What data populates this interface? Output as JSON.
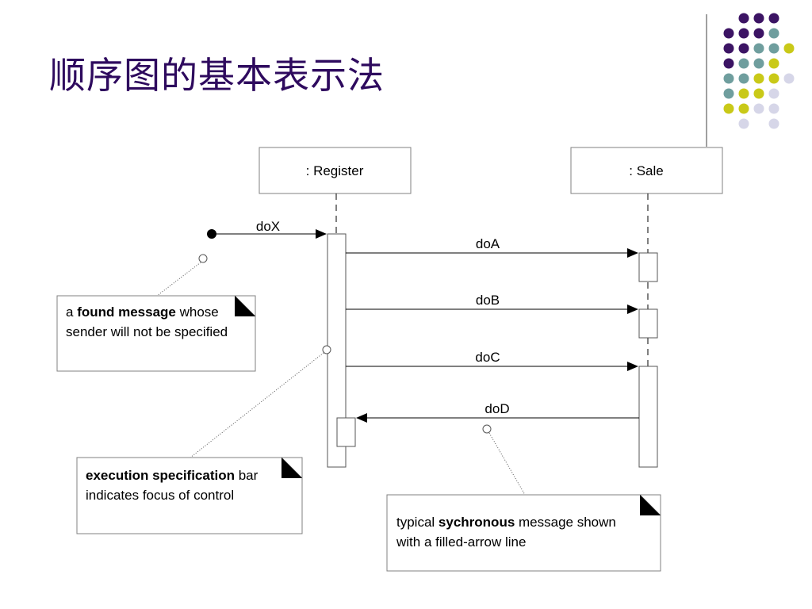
{
  "title": "顺序图的基本表示法",
  "lifelines": [
    {
      "id": "register",
      "label": ": Register"
    },
    {
      "id": "sale",
      "label": ": Sale"
    }
  ],
  "messages": [
    {
      "label": "doX",
      "from": "found",
      "to": "register"
    },
    {
      "label": "doA",
      "from": "register",
      "to": "sale"
    },
    {
      "label": "doB",
      "from": "register",
      "to": "sale"
    },
    {
      "label": "doC",
      "from": "register",
      "to": "sale"
    },
    {
      "label": "doD",
      "from": "sale",
      "to": "register"
    }
  ],
  "notes": {
    "found": {
      "pre": "a ",
      "bold": "found message",
      "post": " whose sender will not be specified"
    },
    "execution": {
      "pre": "",
      "bold": "execution specification",
      "post": " bar indicates focus of control"
    },
    "synchronous": {
      "pre": "typical ",
      "bold": "sychronous",
      "post": " message shown with a filled-arrow line"
    }
  },
  "decoration": {
    "colors": {
      "purple": "#3c1464",
      "teal": "#6f9e9e",
      "olive": "#c9c918",
      "lavender": "#d6d6e8"
    }
  }
}
